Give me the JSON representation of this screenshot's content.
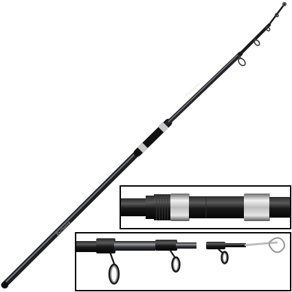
{
  "image": {
    "subject": "telescopic-carp-fishing-rod",
    "rod_lettering": [
      "Exclusive",
      "Exclusive"
    ],
    "colors": {
      "background": "#ffffff",
      "blank": "#2b2b2f",
      "blank_highlight": "#8a8c92",
      "metal_ring": "#c9c9c9",
      "grip": "#111111",
      "inset_border": "#000000"
    }
  }
}
